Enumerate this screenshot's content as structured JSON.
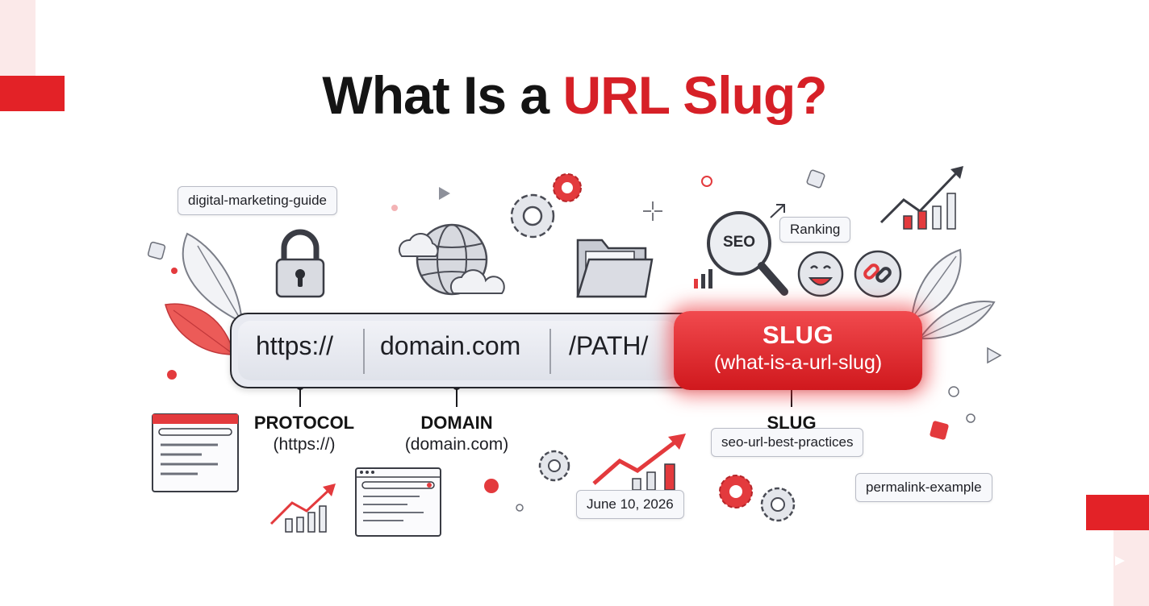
{
  "title": {
    "part1": "What Is a ",
    "part2": "URL Slug?"
  },
  "url_bar": {
    "protocol": "https://",
    "domain": "domain.com",
    "path": "/PATH/",
    "slug_title": "SLUG",
    "slug_value": "(what-is-a-url-slug)"
  },
  "labels": {
    "protocol": {
      "heading": "PROTOCOL",
      "sub": "(https://)"
    },
    "domain": {
      "heading": "DOMAIN",
      "sub": "(domain.com)"
    },
    "slug": {
      "heading": "SLUG"
    }
  },
  "tags": {
    "digital_marketing": "digital-marketing-guide",
    "seo_best_practices": "seo-url-best-practices",
    "permalink": "permalink-example",
    "date": "June 10, 2026",
    "ranking": "Ranking"
  },
  "icons": {
    "seo_badge": "SEO"
  },
  "colors": {
    "accent_red": "#e32227",
    "dark": "#141414",
    "bar_bg": "#e8eaf1"
  }
}
